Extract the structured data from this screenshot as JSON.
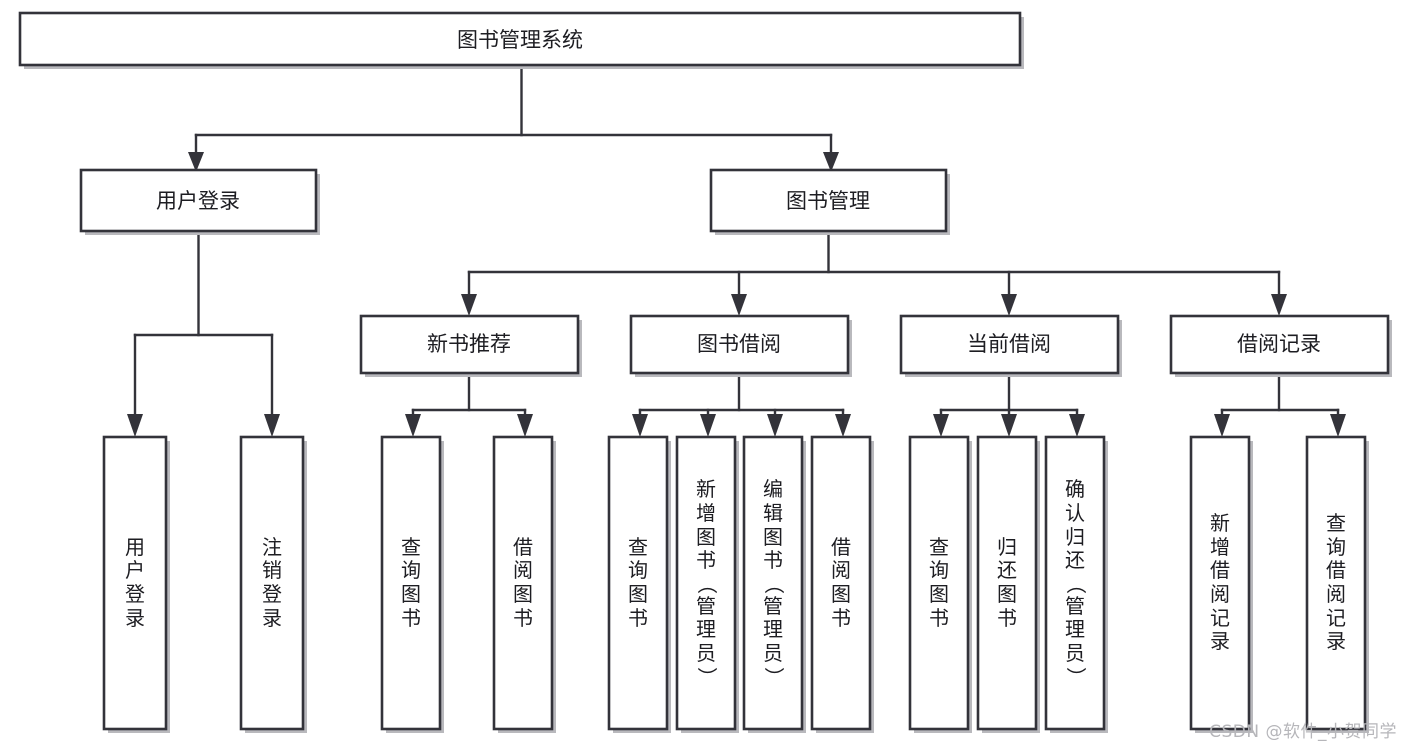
{
  "diagram": {
    "title": "图书管理系统",
    "type": "tree",
    "root": {
      "id": "root",
      "label": "图书管理系统",
      "orientation": "horizontal"
    },
    "level2": [
      {
        "id": "user-login",
        "label": "用户登录",
        "orientation": "horizontal"
      },
      {
        "id": "book-manage",
        "label": "图书管理",
        "orientation": "horizontal"
      }
    ],
    "level3": [
      {
        "id": "new-book-recommend",
        "label": "新书推荐",
        "orientation": "horizontal",
        "parent": "book-manage"
      },
      {
        "id": "book-borrow",
        "label": "图书借阅",
        "orientation": "horizontal",
        "parent": "book-manage"
      },
      {
        "id": "current-borrow",
        "label": "当前借阅",
        "orientation": "horizontal",
        "parent": "book-manage"
      },
      {
        "id": "borrow-record",
        "label": "借阅记录",
        "orientation": "horizontal",
        "parent": "book-manage"
      }
    ],
    "leaves": [
      {
        "id": "leaf-user-login",
        "label": "用户登录",
        "orientation": "vertical",
        "parent": "user-login"
      },
      {
        "id": "leaf-logout-login",
        "label": "注销登录",
        "orientation": "vertical",
        "parent": "user-login"
      },
      {
        "id": "leaf-query-book-1",
        "label": "查询图书",
        "orientation": "vertical",
        "parent": "new-book-recommend"
      },
      {
        "id": "leaf-borrow-book-1",
        "label": "借阅图书",
        "orientation": "vertical",
        "parent": "new-book-recommend"
      },
      {
        "id": "leaf-query-book-2",
        "label": "查询图书",
        "orientation": "vertical",
        "parent": "book-borrow"
      },
      {
        "id": "leaf-add-book",
        "label": "新增图书（管理员）",
        "orientation": "vertical",
        "parent": "book-borrow"
      },
      {
        "id": "leaf-edit-book",
        "label": "编辑图书（管理员）",
        "orientation": "vertical",
        "parent": "book-borrow"
      },
      {
        "id": "leaf-borrow-book-2",
        "label": "借阅图书",
        "orientation": "vertical",
        "parent": "book-borrow"
      },
      {
        "id": "leaf-query-book-3",
        "label": "查询图书",
        "orientation": "vertical",
        "parent": "current-borrow"
      },
      {
        "id": "leaf-return-book",
        "label": "归还图书",
        "orientation": "vertical",
        "parent": "current-borrow"
      },
      {
        "id": "leaf-confirm-return",
        "label": "确认归还（管理员）",
        "orientation": "vertical",
        "parent": "current-borrow"
      },
      {
        "id": "leaf-add-record",
        "label": "新增借阅记录",
        "orientation": "vertical",
        "parent": "borrow-record"
      },
      {
        "id": "leaf-query-record",
        "label": "查询借阅记录",
        "orientation": "vertical",
        "parent": "borrow-record"
      }
    ]
  },
  "watermark": {
    "text": "CSDN @软件_小贺同学"
  },
  "colors": {
    "box_stroke": "#33333a",
    "box_fill": "#ffffff",
    "text": "#1d1d22",
    "shadow": "#b9b9bd",
    "watermark": "#b6b6ba",
    "background": "#ffffff"
  }
}
